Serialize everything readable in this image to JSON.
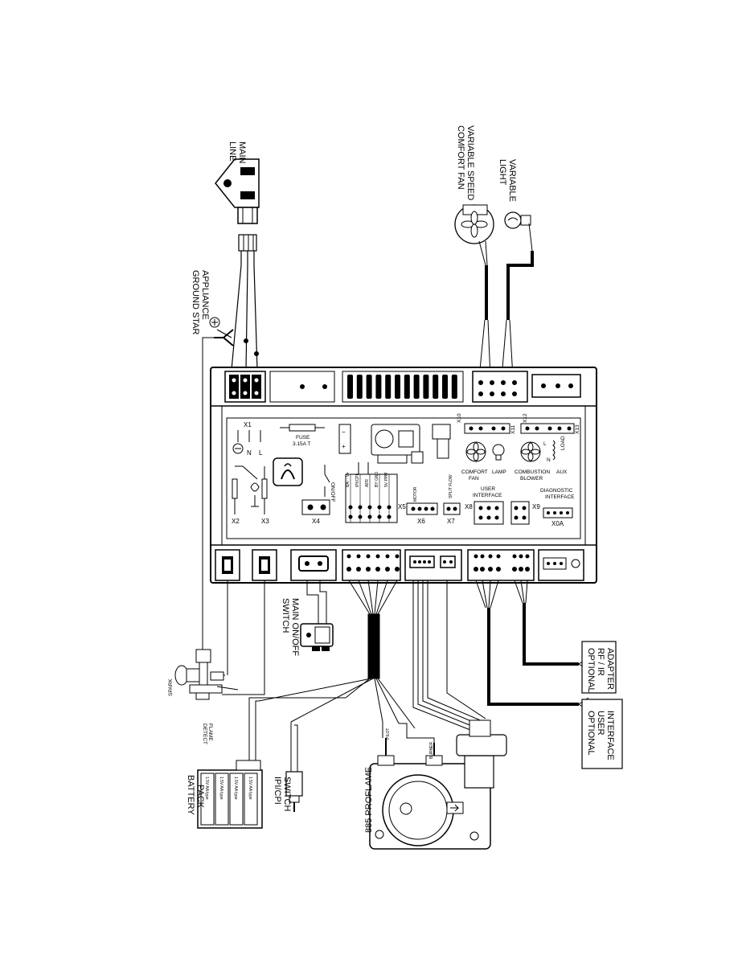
{
  "labels": {
    "main_line": [
      "MAIN",
      "LINE"
    ],
    "ground_star": [
      "APPLIANCE",
      "GROUND STAR"
    ],
    "comfort_fan": [
      "VARIABLE SPEED",
      "COMFORT FAN"
    ],
    "light": [
      "VARIABLE",
      "LIGHT"
    ],
    "main_switch": [
      "MAIN ON/OFF",
      "SWITCH"
    ],
    "spark": "SPARK",
    "flame_detect": [
      "FLAME",
      "DETECT"
    ],
    "battery": [
      "BATTERY",
      "PACK"
    ],
    "battery_cell": "1.5V AA type",
    "ipi_switch": [
      "IPI/CPI",
      "SWITCH"
    ],
    "valve": "885 PROFLAME",
    "pilot": "PILOT",
    "burner": "BURNER",
    "rf_adapter": [
      "OPTIONAL",
      "RF / IR",
      "ADAPTER"
    ],
    "user_interface_opt": [
      "OPTIONAL",
      "USER",
      "INTERFACE"
    ]
  },
  "board": {
    "x1": "X1",
    "n": "N",
    "l": "L",
    "x2": "X2",
    "x3": "X3",
    "x4": "X4",
    "x5": "X5",
    "x6": "X6",
    "x7": "X7",
    "x8": "X8",
    "x9": "X9",
    "x0a": "X0A",
    "x10": "X10",
    "x11": "X11",
    "x12": "X12",
    "x13": "X13",
    "fuse": "FUSE",
    "fuse_rating": "3.15A T",
    "on_off": "ON/OFF",
    "pins": [
      "BA- · V+",
      "IPI/CPI",
      "AFR",
      "BY GND",
      "5V PPM"
    ],
    "motor": "MOTOR",
    "split_flow": "SPLIT FLOW",
    "comfort_fan": [
      "COMFORT",
      "FAN"
    ],
    "lamp": "LAMP",
    "combustion_blower": [
      "COMBUSTION",
      "BLOWER"
    ],
    "aux": "AUX",
    "load": "LOAD",
    "user_interface": [
      "USER",
      "INTERFACE"
    ],
    "diagnostic_interface": [
      "DIAGNOSTIC",
      "INTERFACE"
    ]
  }
}
